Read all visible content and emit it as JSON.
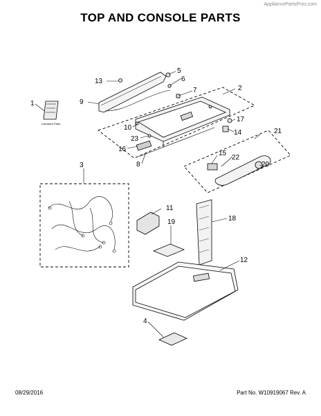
{
  "header": {
    "watermark": "AppliancePartsPros.com",
    "title": "TOP AND CONSOLE PARTS"
  },
  "parts": {
    "literature_label": "Literature Parts",
    "callouts": {
      "p1": "1",
      "p2": "2",
      "p3": "3",
      "p4": "4",
      "p5": "5",
      "p6": "6",
      "p7": "7",
      "p8": "8",
      "p9": "9",
      "p10": "10",
      "p11": "11",
      "p12": "12",
      "p13": "13",
      "p14": "14",
      "p15": "15",
      "p16": "16",
      "p17": "17",
      "p18": "18",
      "p19": "19",
      "p20": "20",
      "p21": "21",
      "p22": "22",
      "p23": "23"
    }
  },
  "footer": {
    "date": "08/29/2016",
    "part_number": "Part No. W10919067  Rev. A"
  }
}
